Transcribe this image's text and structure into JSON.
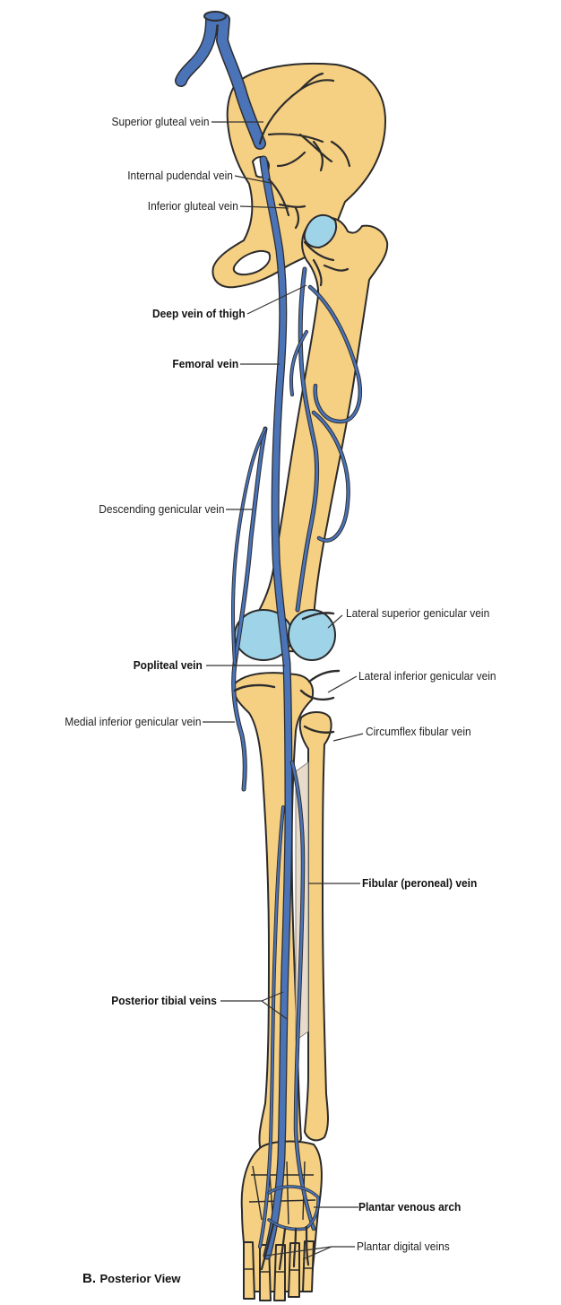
{
  "labels": {
    "superior_gluteal": "Superior gluteal vein",
    "internal_pudendal": "Internal pudendal vein",
    "inferior_gluteal": "Inferior gluteal vein",
    "deep_vein_thigh": "Deep vein of thigh",
    "femoral": "Femoral vein",
    "descending_genicular": "Descending genicular vein",
    "lateral_superior_genicular": "Lateral superior genicular vein",
    "popliteal": "Popliteal vein",
    "lateral_inferior_genicular": "Lateral inferior genicular vein",
    "medial_inferior_genicular": "Medial inferior genicular vein",
    "circumflex_fibular": "Circumflex fibular vein",
    "fibular": "Fibular (peroneal) vein",
    "posterior_tibial": "Posterior tibial veins",
    "plantar_arch": "Plantar venous arch",
    "plantar_digital": "Plantar digital veins"
  },
  "caption": {
    "letter": "B.",
    "text": "Posterior View"
  },
  "colors": {
    "bone": "#f5cf82",
    "bone_outline": "#2b2b2b",
    "vein": "#4a73b8",
    "cartilage": "#9fd3e8",
    "leader": "#333333"
  }
}
